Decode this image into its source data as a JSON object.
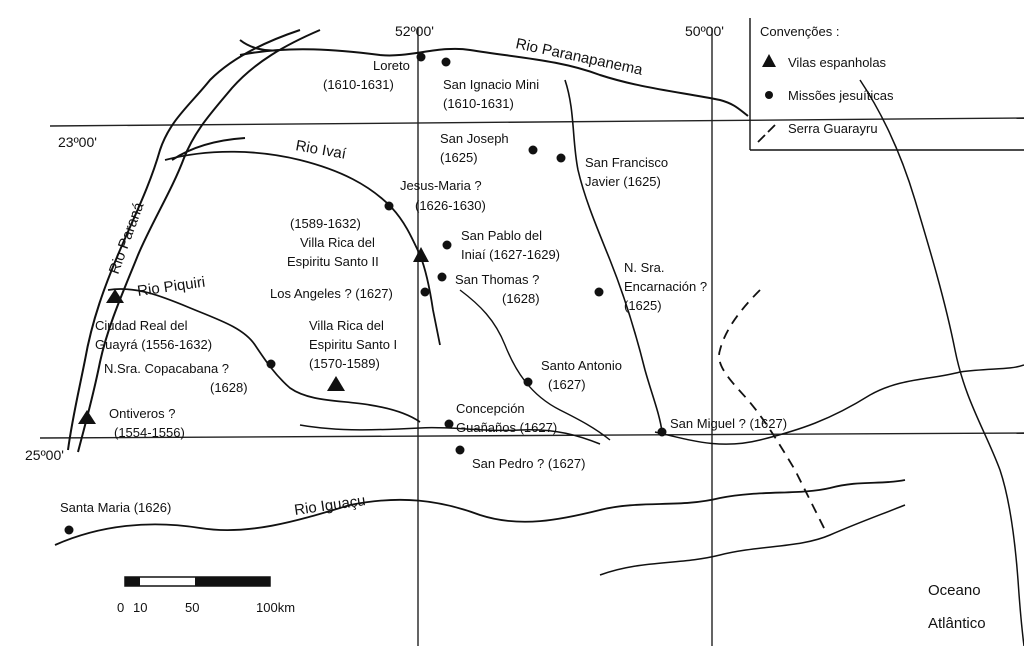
{
  "coordinates": {
    "lon_52": "52º00'",
    "lon_50": "50º00'",
    "lat_23": "23º00'",
    "lat_25": "25º00'"
  },
  "legend": {
    "title": "Convenções :",
    "vilas": "Vilas espanholas",
    "missoes": "Missões jesuíticas",
    "serra": "Serra Guarayru"
  },
  "rivers": {
    "paranapanema": "Rio Paranapanema",
    "ivai": "Rio Ivaí",
    "parana": "Rio Paraná",
    "piquiri": "Rio Piquiri",
    "iguacu": "Rio Iguaçu"
  },
  "ocean": {
    "line1": "Oceano",
    "line2": "Atlântico"
  },
  "scale": {
    "l0": "0",
    "l10": "10",
    "l50": "50",
    "l100": "100km"
  },
  "places": {
    "loreto": {
      "name": "Loreto",
      "date": "(1610-1631)"
    },
    "san_ignacio": {
      "name": "San Ignacio Mini",
      "date": "(1610-1631)"
    },
    "san_joseph": {
      "name": "San Joseph",
      "date": "(1625)"
    },
    "san_francisco": {
      "name": "San Francisco",
      "name2": "Javier (1625)"
    },
    "jesus_maria": {
      "name": "Jesus-Maria ?",
      "date": "(1626-1630)"
    },
    "villa_rica_2": {
      "date": "(1589-1632)",
      "name": "Villa Rica del",
      "name2": "Espiritu Santo II"
    },
    "san_pablo": {
      "name": "San Pablo del",
      "name2": "Iniaí (1627-1629)"
    },
    "san_thomas": {
      "name": "San Thomas ?",
      "date": "(1628)"
    },
    "los_angeles": {
      "name": "Los Angeles ? (1627)"
    },
    "encarnacion": {
      "name": "N. Sra.",
      "name2": "Encarnación ?",
      "date": "(1625)"
    },
    "ciudad_real": {
      "name": "Ciudad Real del",
      "name2": "Guayrá (1556-1632)"
    },
    "villa_rica_1": {
      "name": "Villa Rica del",
      "name2": "Espiritu Santo I",
      "date": "(1570-1589)"
    },
    "copacabana": {
      "name": "N.Sra. Copacabana ?",
      "date": "(1628)"
    },
    "santo_antonio": {
      "name": "Santo Antonio",
      "date": "(1627)"
    },
    "ontiveros": {
      "name": "Ontiveros ?",
      "date": "(1554-1556)"
    },
    "concepcion": {
      "name": "Concepción",
      "name2": "Guañaños (1627)"
    },
    "san_miguel": {
      "name": "San Miguel ? (1627)"
    },
    "san_pedro": {
      "name": "San Pedro ? (1627)"
    },
    "santa_maria": {
      "name": "Santa Maria  (1626)"
    }
  }
}
